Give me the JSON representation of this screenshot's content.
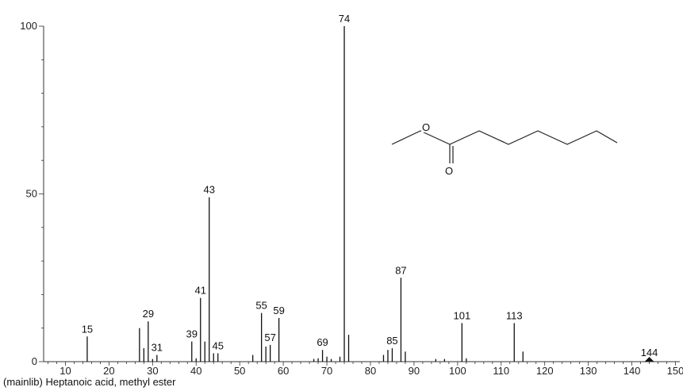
{
  "caption": "(mainlib) Heptanoic acid, methyl ester",
  "chart_data": {
    "type": "bar",
    "title": "",
    "xlabel": "",
    "ylabel": "",
    "xlim": [
      5,
      151
    ],
    "ylim": [
      0,
      100
    ],
    "x_ticks": [
      10,
      20,
      30,
      40,
      50,
      60,
      70,
      80,
      90,
      100,
      110,
      120,
      130,
      140,
      150
    ],
    "y_ticks": [
      0,
      50,
      100
    ],
    "peaks": [
      {
        "mz": 15,
        "intensity": 7.5,
        "label": "15"
      },
      {
        "mz": 27,
        "intensity": 10,
        "label": ""
      },
      {
        "mz": 28,
        "intensity": 4,
        "label": ""
      },
      {
        "mz": 29,
        "intensity": 12,
        "label": "29"
      },
      {
        "mz": 30,
        "intensity": 0.8,
        "label": ""
      },
      {
        "mz": 31,
        "intensity": 2,
        "label": "31"
      },
      {
        "mz": 39,
        "intensity": 6,
        "label": "39"
      },
      {
        "mz": 40,
        "intensity": 1,
        "label": ""
      },
      {
        "mz": 41,
        "intensity": 19,
        "label": "41"
      },
      {
        "mz": 42,
        "intensity": 6,
        "label": ""
      },
      {
        "mz": 43,
        "intensity": 49,
        "label": "43"
      },
      {
        "mz": 44,
        "intensity": 2.5,
        "label": ""
      },
      {
        "mz": 45,
        "intensity": 2.5,
        "label": "45"
      },
      {
        "mz": 53,
        "intensity": 2,
        "label": ""
      },
      {
        "mz": 55,
        "intensity": 14.5,
        "label": "55"
      },
      {
        "mz": 56,
        "intensity": 4.5,
        "label": ""
      },
      {
        "mz": 57,
        "intensity": 5,
        "label": "57"
      },
      {
        "mz": 59,
        "intensity": 13,
        "label": "59"
      },
      {
        "mz": 67,
        "intensity": 0.8,
        "label": ""
      },
      {
        "mz": 68,
        "intensity": 1,
        "label": ""
      },
      {
        "mz": 69,
        "intensity": 3.5,
        "label": "69"
      },
      {
        "mz": 70,
        "intensity": 1.5,
        "label": ""
      },
      {
        "mz": 71,
        "intensity": 0.8,
        "label": ""
      },
      {
        "mz": 73,
        "intensity": 1.5,
        "label": ""
      },
      {
        "mz": 74,
        "intensity": 100,
        "label": "74"
      },
      {
        "mz": 75,
        "intensity": 8,
        "label": ""
      },
      {
        "mz": 83,
        "intensity": 2,
        "label": ""
      },
      {
        "mz": 84,
        "intensity": 3.5,
        "label": ""
      },
      {
        "mz": 85,
        "intensity": 4,
        "label": "85"
      },
      {
        "mz": 87,
        "intensity": 25,
        "label": "87"
      },
      {
        "mz": 88,
        "intensity": 3,
        "label": ""
      },
      {
        "mz": 95,
        "intensity": 0.8,
        "label": ""
      },
      {
        "mz": 97,
        "intensity": 0.8,
        "label": ""
      },
      {
        "mz": 101,
        "intensity": 11.5,
        "label": "101"
      },
      {
        "mz": 102,
        "intensity": 1,
        "label": ""
      },
      {
        "mz": 113,
        "intensity": 11.5,
        "label": "113"
      },
      {
        "mz": 115,
        "intensity": 3,
        "label": ""
      },
      {
        "mz": 144,
        "intensity": 0.5,
        "label": "144"
      }
    ],
    "molecular_ion_marker": {
      "mz": 144,
      "shape": "triangle"
    },
    "structure": {
      "atoms": [
        "O",
        "O"
      ]
    }
  }
}
